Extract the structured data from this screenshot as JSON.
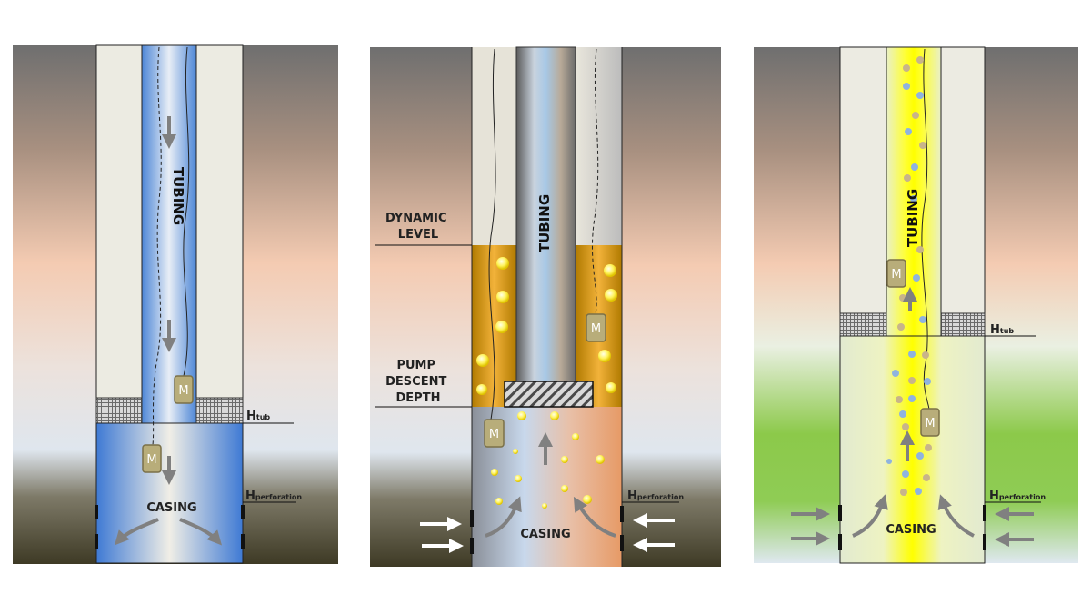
{
  "colors": {
    "rock_top": "#757575",
    "rock_mid": "#f2c9b0",
    "rock_low": "#dfe6ee",
    "rock_bottom": "#3f3a26",
    "water": "#5b8fd6",
    "oil": "#e0a000",
    "gas_liquid": "#ffff00",
    "green_zone": "#7cc43a",
    "gauge": "#b8ad7a"
  },
  "icons": {
    "gauge": "gauge-icon",
    "flow_arrow": "flow-arrow-icon",
    "packer": "packer-mesh-icon",
    "pump": "pump-block-icon"
  },
  "labels": {
    "tubing": "TUBING",
    "casing": "CASING",
    "gauge": "M",
    "h_main": "H",
    "h_tub_sub": "tub",
    "h_perf_sub": "perforation",
    "dynamic_level": [
      "DYNAMIC",
      "LEVEL"
    ],
    "pump_descent_depth": [
      "PUMP",
      "DESCENT",
      "DEPTH"
    ]
  }
}
